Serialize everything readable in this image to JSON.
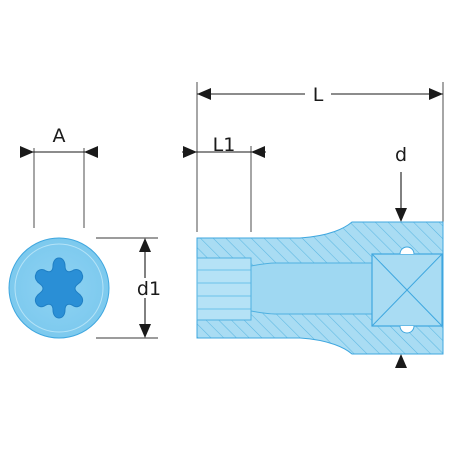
{
  "labels": {
    "A": "A",
    "d1": "d1",
    "L": "L",
    "L1": "L1",
    "d": "d"
  },
  "colors": {
    "fill_light": "#9fd8f2",
    "fill_mid": "#6cc6ee",
    "torx": "#2a8fd6",
    "hatch": "#5db8e2",
    "line": "#1a1a1a"
  }
}
